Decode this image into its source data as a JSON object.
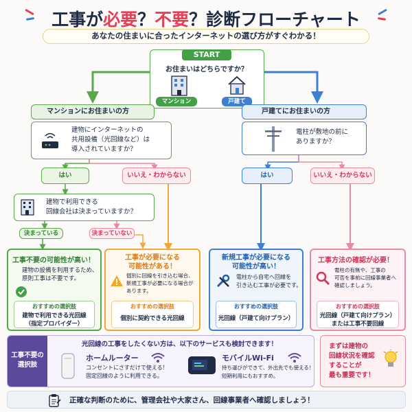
{
  "title": {
    "part1": "工事が",
    "part2": "必要",
    "part3": "？",
    "part4": "不要",
    "part5": "？診断フローチャート"
  },
  "subtitle": "あなたの住まいに合ったインターネットの選び方がすぐわかる！",
  "start": {
    "label": "START",
    "question": "お住まいはどちらですか？",
    "mansion_label": "マンション",
    "house_label": "戸建て"
  },
  "mansion": {
    "header": "マンションにお住まいの方",
    "question": [
      "建物にインターネットの",
      "共用設備（光回線など）は",
      "導入されていますか？"
    ],
    "yes": "はい",
    "no": "いいえ・わからない",
    "question2": [
      "建物で利用できる",
      "回線会社は決まっていますか？"
    ],
    "decided": "決まっている",
    "undecided": "決まっていない"
  },
  "house": {
    "header": "戸建てにお住まいの方",
    "question": [
      "電柱が敷地の前に",
      "ありますか？"
    ],
    "yes": "はい",
    "no": "いいえ・わからない"
  },
  "results": [
    {
      "title": [
        "工事不要の可能性が高い！"
      ],
      "desc": [
        "建物の設備を利用するため、",
        "原則工事は不要です。"
      ],
      "rec_label": "おすすめの選択肢",
      "rec": [
        "建物で利用できる光回線",
        "（指定プロバイダー）"
      ]
    },
    {
      "title": [
        "工事が必要になる",
        "可能性がある！"
      ],
      "desc": [
        "個別に回線を引き込む場合、",
        "新規工事が必要になる場合が",
        "あります。"
      ],
      "rec_label": "おすすめの選択肢",
      "rec": [
        "個別に契約できる光回線"
      ]
    },
    {
      "title": [
        "新規工事が必要になる",
        "可能性が高い！"
      ],
      "desc": [
        "電柱から自宅へ回線を",
        "引き込む工事が必要です。"
      ],
      "rec_label": "おすすめの選択肢",
      "rec": [
        "光回線（戸建て向けプラン）"
      ]
    },
    {
      "title": [
        "工事方法の確認が必要！"
      ],
      "desc": [
        "電柱の有無や、工事の",
        "可否を事前に回線事業者へ",
        "確認しましょう。"
      ],
      "rec_label": "おすすめの選択肢",
      "rec": [
        "光回線（戸建て向けプラン）",
        "または工事不要回線"
      ]
    }
  ],
  "alt": {
    "side_label": [
      "工事不要の",
      "選択肢"
    ],
    "heading": "光回線の工事をしたくない方は、以下のサービスも検討できます！",
    "home_router": {
      "title": "ホームルーター",
      "desc": [
        "コンセントにさすだけで使える！",
        "固定回線のように利用できる。"
      ]
    },
    "mobile_wifi": {
      "title": "モバイルWi-Fi",
      "desc": [
        "持ち運びができて、外出先でも使える！",
        "短期利用にもおすすめ。"
      ]
    }
  },
  "tip": [
    "まずは建物の",
    "回線状況を確認",
    "することが",
    "最も重要です！"
  ],
  "footer": "正確な判断のために、管理会社や大家さん、回線事業者へ確認しましょう！",
  "colors": {
    "green": "#57a84a",
    "blue": "#3d7fd1",
    "pink": "#e88aa1",
    "orange": "#f0a63a",
    "red": "#e63e56",
    "navy": "#1f2a44",
    "purple": "#5b4a9b"
  }
}
